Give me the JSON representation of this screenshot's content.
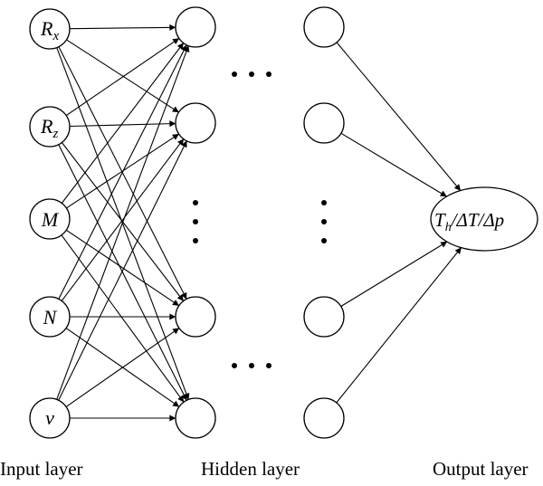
{
  "diagram": {
    "layer_captions": {
      "input": "Input layer",
      "hidden": "Hidden layer",
      "output": "Output layer"
    },
    "input_nodes": [
      {
        "main": "R",
        "sub": "x"
      },
      {
        "main": "R",
        "sub": "z"
      },
      {
        "main": "M",
        "sub": ""
      },
      {
        "main": "N",
        "sub": ""
      },
      {
        "main": "v",
        "sub": ""
      }
    ],
    "output_node": {
      "t": "T",
      "t_sub": "h",
      "rest": "/ΔT/Δp"
    },
    "colors": {
      "stroke": "#000000",
      "background": "#ffffff"
    }
  }
}
